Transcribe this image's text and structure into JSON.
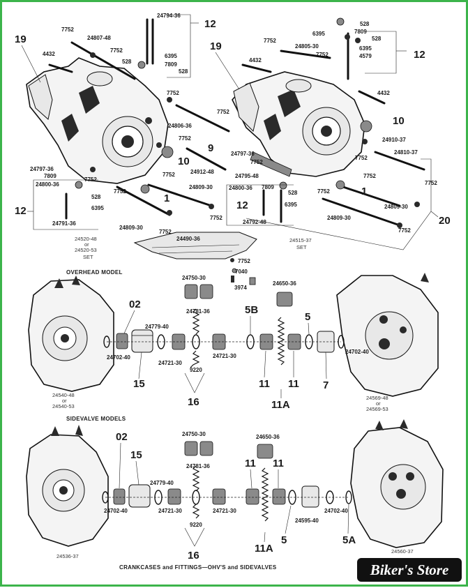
{
  "top_section": {
    "left_labels": {
      "n19": "19",
      "p4432": "4432",
      "p7752a": "7752",
      "p24807": "24807-48",
      "p7752b": "7752",
      "p24794": "24794-36",
      "n12a": "12",
      "p6395": "6395",
      "p528a": "528",
      "p7809": "7809",
      "p528b": "528",
      "p7752c": "7752",
      "p24806": "24806-36",
      "p7752d": "7752",
      "n10": "10",
      "n9": "9",
      "p24912": "24912-48",
      "p24797": "24797-36",
      "p7809b": "7809",
      "p24800": "24800-36",
      "p7752e": "7752",
      "p528c": "528",
      "p6395b": "6395",
      "n12b": "12",
      "p7752f": "7752",
      "n1": "1",
      "p7752g": "7752",
      "p24809a": "24809-30",
      "p24809b": "24809-30",
      "p24791": "24791-36",
      "p7752h": "7752",
      "p7752i": "7752",
      "set1": "24520-48",
      "set1or": "or",
      "set1b": "24520-53",
      "set1set": "SET"
    },
    "right_labels": {
      "n19": "19",
      "p4432": "4432",
      "p7752a": "7752",
      "p24805": "24805-30",
      "p6395": "6395",
      "p528a": "528",
      "p7809": "7809",
      "p528b": "528",
      "p6395b": "6395",
      "p4579": "4579",
      "n12": "12",
      "p7752b": "7752",
      "p4432b": "4432",
      "p7752c": "7752",
      "n10": "10",
      "p24910": "24910-37",
      "p7752d": "7752",
      "p24810": "24810-37",
      "p24797": "24797-36",
      "p7752e": "7752",
      "p24795": "24795-48",
      "p24800": "24800-36",
      "p7809b": "7809",
      "p7752f": "7752",
      "p528c": "528",
      "n1": "1",
      "p7752g": "7752",
      "n12b": "12",
      "p6395c": "6395",
      "p24809a": "24809-30",
      "p24809b": "24809-30",
      "p24792": "24792-48",
      "p7752h": "7752",
      "p7752i": "7752",
      "n20": "20",
      "p24490": "24490-36",
      "set2": "24515-37",
      "set2set": "SET"
    },
    "fittings": {
      "p7752": "7752",
      "p7040": "7040",
      "p3974": "3974"
    }
  },
  "overhead": {
    "caption": "OVERHEAD MODEL",
    "p24750": "24750-30",
    "p24650": "24650-36",
    "n02": "02",
    "p24781": "24781-36",
    "n5B": "5B",
    "n5": "5",
    "p24779": "24779-40",
    "p24702a": "24702-40",
    "p24721a": "24721-30",
    "p24721b": "24721-30",
    "p9220": "9220",
    "n15": "15",
    "n16": "16",
    "n11a": "11",
    "n11b": "11",
    "n11A": "11A",
    "n7": "7",
    "p24702b": "24702-40",
    "left_case": "24540-48",
    "left_case_or": "or",
    "left_case_b": "24540-53",
    "right_case": "24569-48",
    "right_case_or": "or",
    "right_case_b": "24569-53"
  },
  "sidevalve": {
    "caption": "SIDEVALVE MODELS",
    "p24750": "24750-30",
    "p24650": "24650-36",
    "n02": "02",
    "n15": "15",
    "p24781": "24781-36",
    "p24779": "24779-40",
    "n11a": "11",
    "n11b": "11",
    "p24702a": "24702-40",
    "p24721a": "24721-30",
    "p24721b": "24721-30",
    "p9220": "9220",
    "n16": "16",
    "n11A": "11A",
    "n5": "5",
    "p24595": "24595-40",
    "p24702b": "24702-40",
    "n5A": "5A",
    "left_case": "24536-37",
    "right_case": "24560-37"
  },
  "footer_caption": "CRANKCASES and FITTINGS—OHV'S and SIDEVALVES",
  "brand": "Biker's Store",
  "colors": {
    "frame": "#3cb44b",
    "brand_bg": "#111111"
  }
}
